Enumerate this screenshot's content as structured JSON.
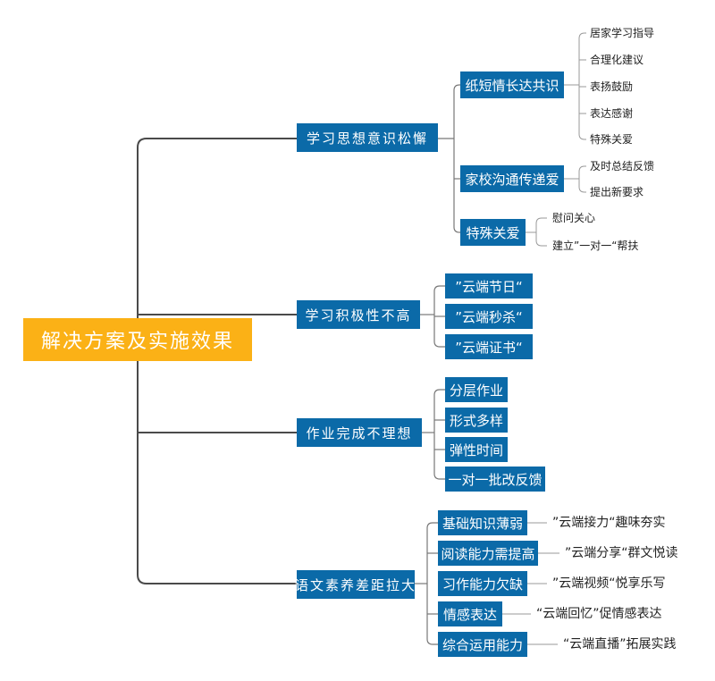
{
  "root": "解决方案及实施效果",
  "branches": [
    {
      "label": "学习思想意识松懈",
      "children": [
        {
          "label": "纸短情长达共识",
          "items": [
            "居家学习指导",
            "合理化建议",
            "表扬鼓励",
            "表达感谢",
            "特殊关爱"
          ]
        },
        {
          "label": "家校沟通传递爱",
          "items": [
            "及时总结反馈",
            "提出新要求"
          ]
        },
        {
          "label": "特殊关爱",
          "items": [
            "慰问关心",
            "建立”一对一“帮扶"
          ]
        }
      ]
    },
    {
      "label": "学习积极性不高",
      "children": [
        {
          "label": "”云端节日“"
        },
        {
          "label": "”云端秒杀“"
        },
        {
          "label": "”云端证书“"
        }
      ]
    },
    {
      "label": "作业完成不理想",
      "children": [
        {
          "label": "分层作业"
        },
        {
          "label": "形式多样"
        },
        {
          "label": "弹性时间"
        },
        {
          "label": "一对一批改反馈"
        }
      ]
    },
    {
      "label": "语文素养差距拉大",
      "children": [
        {
          "label": "基础知识薄弱",
          "note": "”云端接力“趣味夯实"
        },
        {
          "label": "阅读能力需提高",
          "note": "”云端分享“群文悦读"
        },
        {
          "label": "习作能力欠缺",
          "note": "”云端视频“悦享乐写"
        },
        {
          "label": "情感表达",
          "note": "“云端回忆”促情感表达"
        },
        {
          "label": "综合运用能力",
          "note": "“云端直播”拓展实践"
        }
      ]
    }
  ]
}
